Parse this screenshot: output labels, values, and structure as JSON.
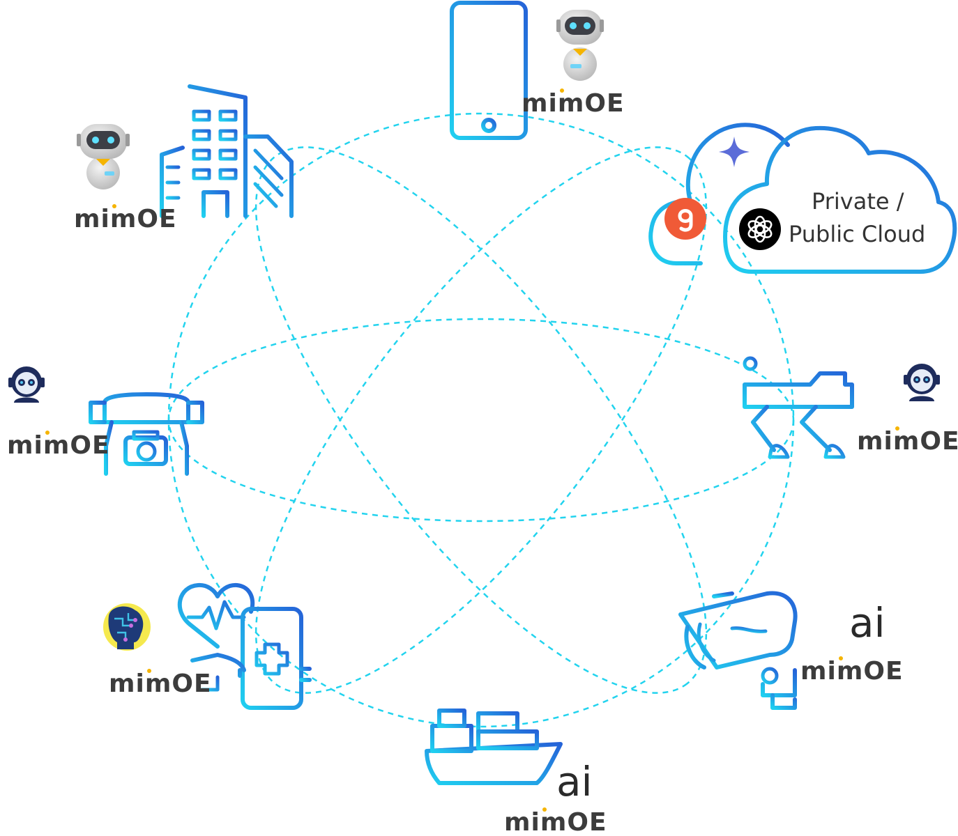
{
  "diagram": {
    "brand_wordmark": "mimOE",
    "brand_dot_color": "#f5b400",
    "orbit_color": "#22d3ee",
    "icon_gradient": [
      "#20d0f0",
      "#2563d8"
    ],
    "cloud": {
      "label_line1": "Private /",
      "label_line2": "Public Cloud",
      "provider_icons": [
        "gemini-sparkle-icon",
        "ollama-badge-icon",
        "openai-logo-icon"
      ],
      "provider_colors": {
        "gemini": "#5b6cd8",
        "ollama_badge": "#f05a37",
        "openai_badge": "#000000"
      }
    },
    "nodes": [
      {
        "id": "smartphone",
        "icon": "smartphone-icon",
        "mascot": "robot-assistant-icon",
        "brand": "mimOE",
        "ai_label": ""
      },
      {
        "id": "office-building",
        "icon": "office-building-icon",
        "mascot": "robot-assistant-icon",
        "brand": "mimOE",
        "ai_label": ""
      },
      {
        "id": "drone",
        "icon": "camera-drone-icon",
        "mascot": "robot-head-icon",
        "brand": "mimOE",
        "ai_label": ""
      },
      {
        "id": "robot-dog",
        "icon": "robot-dog-icon",
        "mascot": "robot-head-icon",
        "brand": "mimOE",
        "ai_label": ""
      },
      {
        "id": "healthcare",
        "icon": "healthcare-app-icon",
        "mascot": "ai-brain-icon",
        "brand": "mimOE",
        "ai_label": ""
      },
      {
        "id": "cargo-ship",
        "icon": "cargo-ship-icon",
        "mascot": "",
        "brand": "mimOE",
        "ai_label": "ai"
      },
      {
        "id": "security-camera",
        "icon": "security-camera-icon",
        "mascot": "",
        "brand": "mimOE",
        "ai_label": "ai"
      }
    ]
  }
}
